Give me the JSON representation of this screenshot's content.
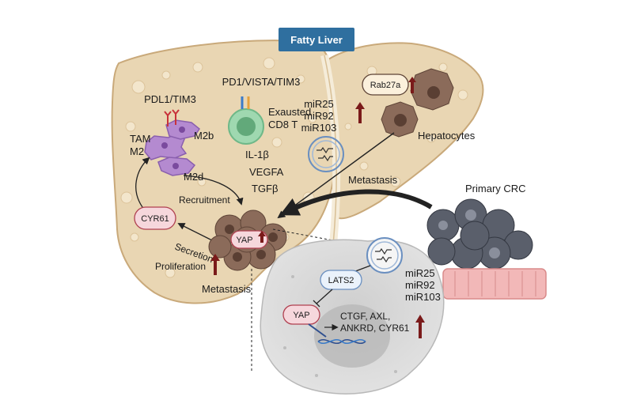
{
  "title": "Fatty Liver",
  "labels": {
    "pd1_vista_tim3": "PD1/VISTA/TIM3",
    "pdl1_tim3": "PDL1/TIM3",
    "exausted": "Exausted",
    "cd8t": "CD8 T",
    "tam": "TAM",
    "m2": "M2",
    "m2b": "M2b",
    "m2d": "M2d",
    "il1b": "IL-1β",
    "vegfa": "VEGFA",
    "tgfb": "TGFβ",
    "recruitment": "Recruitment",
    "cyr61": "CYR61",
    "secretion": "Secretion",
    "proliferation": "Proliferation",
    "metastasis_left": "Metastasis",
    "metastasis_top": "Metastasis",
    "yap": "YAP",
    "mir_top": [
      "miR25",
      "miR92",
      "miR103"
    ],
    "rab27a": "Rab27a",
    "hepatocytes": "Hepatocytes",
    "primary_crc": "Primary CRC",
    "lats2": "LATS2",
    "mir_cell": [
      "miR25",
      "miR92",
      "miR103"
    ],
    "yap_cell": "YAP",
    "targets_line1": "CTGF, AXL,",
    "targets_line2": "ANKRD, CYR61"
  },
  "colors": {
    "liver_fill": "#e9d6b3",
    "liver_stroke": "#c9a97a",
    "title_box": "#2f6f9f",
    "macrophage": "#b48ad0",
    "tcell": "#9fd8b0",
    "cell_bg": "#d9d9d9",
    "arrow_up": "#7a1a1a",
    "tumor": "#8b6b5a",
    "crc": "#5a5f6b",
    "colon": "#f2b8b8"
  }
}
